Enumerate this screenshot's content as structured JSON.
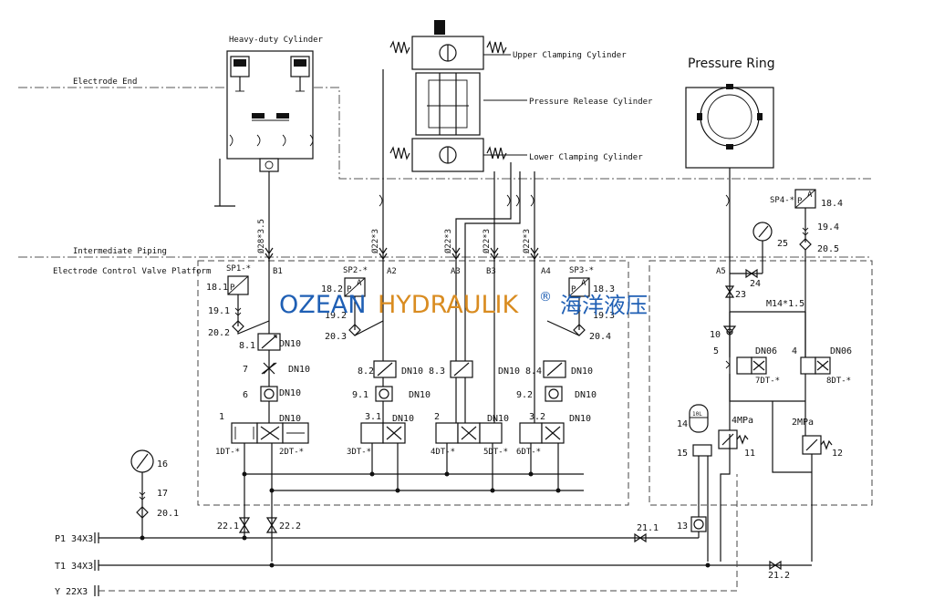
{
  "title_labels": {
    "heavy_duty_cylinder": "Heavy-duty Cylinder",
    "upper_clamping_cylinder": "Upper Clamping Cylinder",
    "pressure_release_cylinder": "Pressure Release Cylinder",
    "lower_clamping_cylinder": "Lower Clamping Cylinder",
    "pressure_ring": "Pressure Ring",
    "electrode_end": "Electrode End",
    "intermediate_piping": "Intermediate Piping",
    "valve_platform": "Electrode Control Valve Platform"
  },
  "pipe_sizes": {
    "b1": "Ø28*3.5",
    "a2": "Ø22*3",
    "a3": "Ø22*3",
    "b3": "Ø22*3",
    "a4": "Ø22*3"
  },
  "ports": {
    "b1": "B1",
    "a2": "A2",
    "a3": "A3",
    "b3": "B3",
    "a4": "A4",
    "a5": "A5"
  },
  "sensors": {
    "sp1": "SP1-*",
    "sp2": "SP2-*",
    "sp3": "SP3-*",
    "sp4": "SP4-*"
  },
  "components": {
    "c18_1": "18.1",
    "c18_2": "18.2",
    "c18_3": "18.3",
    "c18_4": "18.4",
    "c19_1": "19.1",
    "c19_2": "19.2",
    "c19_3": "19.3",
    "c19_4": "19.4",
    "c20_1": "20.1",
    "c20_2": "20.2",
    "c20_3": "20.3",
    "c20_4": "20.4",
    "c20_5": "20.5",
    "c8_1": "8.1",
    "c8_2": "8.2",
    "c8_3": "8.3",
    "c8_4": "8.4",
    "c7": "7",
    "c6": "6",
    "c9_1": "9.1",
    "c9_2": "9.2",
    "c1": "1",
    "c2": "2",
    "c3_1": "3.1",
    "c3_2": "3.2",
    "c4": "4",
    "c5": "5",
    "c10": "10",
    "c11": "11",
    "c12": "12",
    "c13": "13",
    "c14": "14",
    "c15": "15",
    "c16": "16",
    "c17": "17",
    "c21_1": "21.1",
    "c21_2": "21.2",
    "c22_1": "22.1",
    "c22_2": "22.2",
    "c23": "23",
    "c24": "24",
    "c25": "25"
  },
  "specs": {
    "dn10": "DN10",
    "dn06": "DN06",
    "m14": "M14*1.5",
    "p4mpa": "4MPa",
    "p2mpa": "2MPa",
    "acc_label": "10L"
  },
  "solenoids": {
    "s1dt": "1DT-*",
    "s2dt": "2DT-*",
    "s3dt": "3DT-*",
    "s4dt": "4DT-*",
    "s5dt": "5DT-*",
    "s6dt": "6DT-*",
    "s7dt": "7DT-*",
    "s8dt": "8DT-*"
  },
  "supply_lines": {
    "p1": "P1 34X3",
    "t1": "T1 34X3",
    "y": "Y 22X3"
  },
  "watermark": {
    "part1": "OZEAN",
    "part2": "HYDRAULIK",
    "reg": "®",
    "cn": "海洋液压"
  },
  "colors": {
    "line": "#111111",
    "watermark_blue": "#1f5fb4",
    "watermark_orange": "#d98c21"
  }
}
